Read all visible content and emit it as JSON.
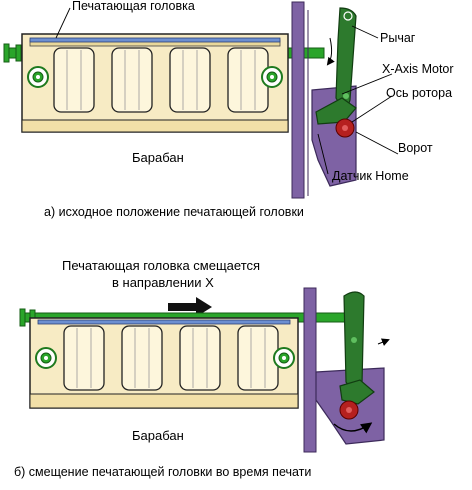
{
  "top": {
    "label_printhead": "Печатающая головка",
    "label_lever": "Рычаг",
    "label_motor": "X-Axis Motor",
    "label_rotor_axis": "Ось ротора",
    "label_gate": "Ворот",
    "label_home_sensor": "Датчик Home",
    "label_drum": "Барабан",
    "caption": "а) исходное положение печатающей головки"
  },
  "bottom": {
    "title_line1": "Печатающая головка смещается",
    "title_line2": "в направлении Х",
    "label_drum": "Барабан",
    "caption": "б) смещение печатающей головки во время печати"
  },
  "colors": {
    "drum_fill": "#f7ebc4",
    "panel_fill": "#fdf6dc",
    "shaft": "#2aa52a",
    "lever": "#2d7a2d",
    "motor_plate": "#7e62a4",
    "gate": "#b5201f"
  }
}
